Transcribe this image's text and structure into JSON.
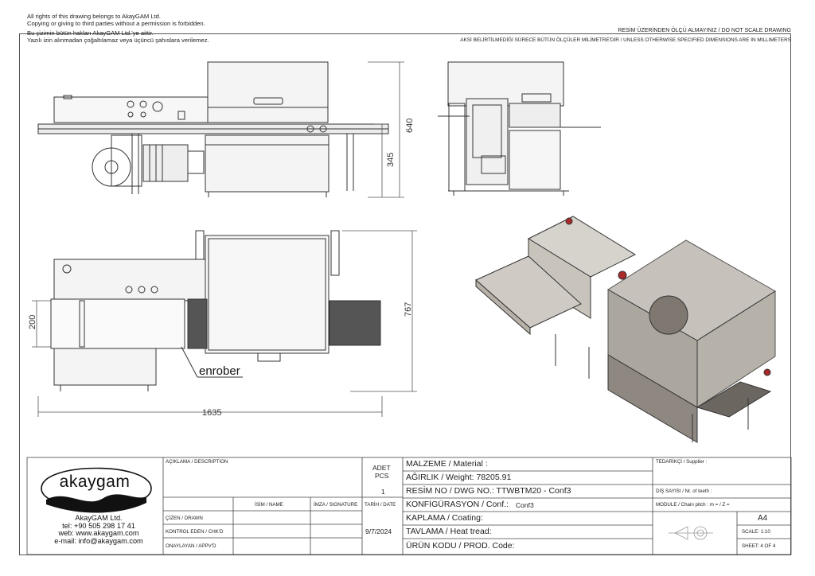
{
  "notes": {
    "copyright_en": "All rights of this drawing belongs to AkayGAM Ltd.",
    "copyright_en2": "Copying or giving to third parties without a permission is forbidden.",
    "copyright_tr": "Bu çizimin bütün hakları AkayGAM Ltd.'ye aittir.",
    "copyright_tr2": "Yazılı izin alınmadan çoğaltılamaz veya üçüncü şahıslara verilemez.",
    "scale_note": "RESİM ÜZERİNDEN ÖLÇÜ ALMAYINIZ / DO NOT SCALE DRAWING",
    "units_note": "AKSİ BELİRTİLMEDİĞİ SÜRECE BÜTÜN ÖLÇÜLER MİLİMETRE'DİR / UNLESS OTHERWISE SPECIFIED DIMENSIONS ARE IN MILLIMETERS"
  },
  "dimensions": {
    "height_total": "640",
    "height_table": "345",
    "depth_total": "767",
    "width_inner": "200",
    "length_total": "1635"
  },
  "callout": "enrober",
  "company": {
    "logo_text": "akaygam",
    "name": "AkayGAM Ltd.",
    "tel": "tel: +90 505 298 17 41",
    "web": "web: www.akaygam.com",
    "email": "e-mail: info@akaygam.com"
  },
  "title_block": {
    "description_label": "AÇIKLAMA / DESCRIPTION",
    "adet_label": "ADET",
    "pcs_label": "PCS",
    "pcs_value": "1",
    "drawn_label": "ÇİZEN / DRAWN",
    "checked_label": "KONTROL EDEN / CHK'D",
    "approved_label": "ONAYLAYAN / APPV'D",
    "name_label": "İSİM / NAME",
    "signature_label": "İMZA / SIGNATURE",
    "date_label": "TARİH / DATE",
    "date_value": "9/7/2024",
    "material": "MALZEME / Material :",
    "weight": "AĞIRLIK / Weight: 78205.91",
    "dwg_no": "RESİM NO / DWG NO.: TTWBTM20 - Conf3",
    "conf_label": "KONFİGÜRASYON / Conf.:",
    "conf_value": "Conf3",
    "coating": "KAPLAMA / Coating:",
    "heat": "TAVLAMA / Heat tread:",
    "prod_code": "ÜRÜN KODU / PROD. Code:",
    "supplier": "TEDARİKÇİ / Supplier :",
    "teeth": "DİŞ SAYISI / Nr. of teeth :",
    "module": "MODULE / Chain pitch :  m =   / Z =",
    "paper": "A4",
    "scale": "SCALE: 1:10",
    "sheet": "SHEET: 4 OF 4"
  }
}
